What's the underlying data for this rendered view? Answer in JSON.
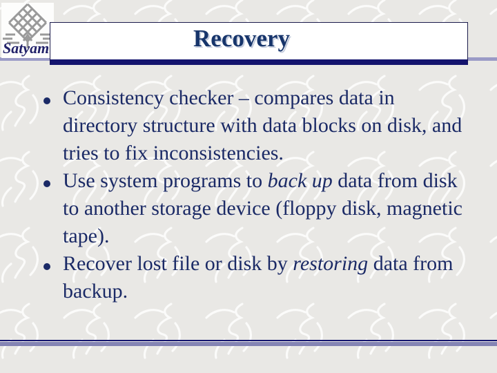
{
  "slide": {
    "title": "Recovery",
    "logo_text": "Satyam",
    "bullets": [
      {
        "segments": [
          {
            "text": "Consistency checker – compares data in directory structure with data blocks on disk, and tries to fix inconsistencies.",
            "italic": false
          }
        ]
      },
      {
        "segments": [
          {
            "text": "Use system programs to ",
            "italic": false
          },
          {
            "text": "back up",
            "italic": true
          },
          {
            "text": " data from disk to another storage device (floppy disk, magnetic tape).",
            "italic": false
          }
        ]
      },
      {
        "segments": [
          {
            "text": "Recover lost file or disk by ",
            "italic": false
          },
          {
            "text": "restoring",
            "italic": true
          },
          {
            "text": " data from backup.",
            "italic": false
          }
        ]
      }
    ],
    "colors": {
      "background": "#e9e8e5",
      "text_navy": "#1b2a66",
      "title_navy": "#17356b",
      "accent_navy": "#14146e",
      "band_purple": "#8484b4",
      "line_lavender": "#9a9ac6",
      "logo_gray": "#9a9a9a",
      "logo_navy": "#22226a"
    }
  }
}
